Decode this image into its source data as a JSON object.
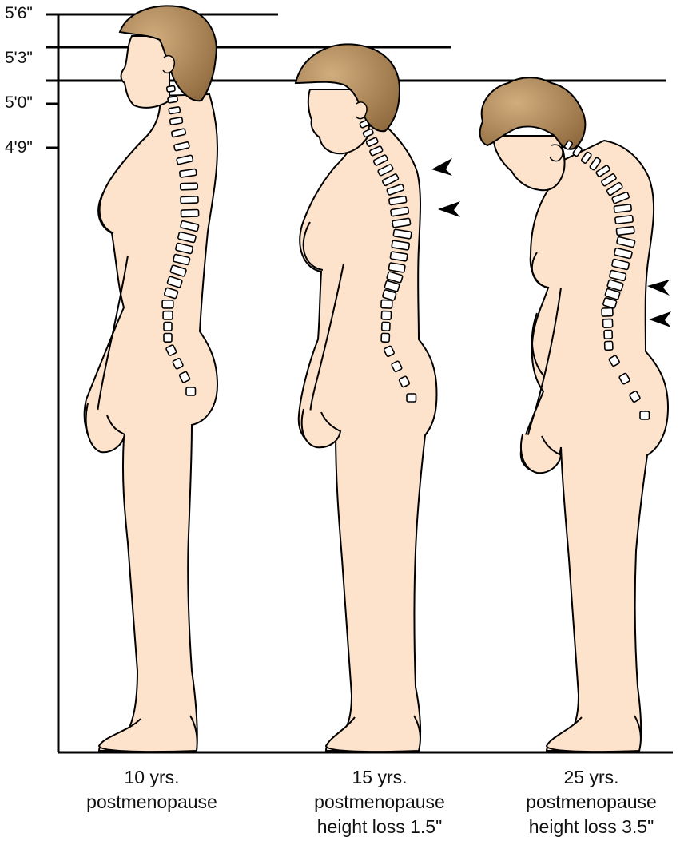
{
  "scale": {
    "ticks": [
      "5'6\"",
      "5'3\"",
      "5'0\"",
      "4'9\""
    ]
  },
  "figures": [
    {
      "label_line1": "10 yrs.",
      "label_line2": "postmenopause",
      "label_line3": ""
    },
    {
      "label_line1": "15 yrs.",
      "label_line2": "postmenopause",
      "label_line3": "height loss 1.5\""
    },
    {
      "label_line1": "25 yrs.",
      "label_line2": "postmenopause",
      "label_line3": "height loss 3.5\""
    }
  ],
  "colors": {
    "skin": "#fde3cc",
    "outline": "#000000",
    "hair": "#a77d4c",
    "hair_light": "#caa271",
    "vertebra": "#ffffff"
  }
}
